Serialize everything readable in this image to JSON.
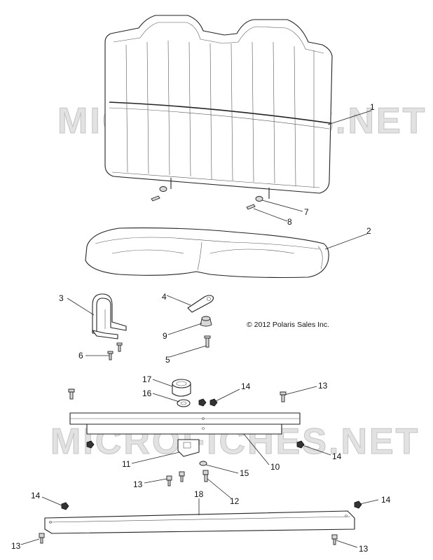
{
  "watermark": "MICROFICHES.NET",
  "copyright": "© 2012 Polaris Sales Inc.",
  "callouts": [
    "1",
    "7",
    "8",
    "2",
    "3",
    "4",
    "9",
    "6",
    "5",
    "17",
    "16",
    "14",
    "13",
    "11",
    "10",
    "14",
    "13",
    "15",
    "12",
    "14",
    "18",
    "14",
    "13",
    "13"
  ],
  "icons": [
    "seat-back-icon",
    "seat-cushion-icon",
    "seat-hook-icon",
    "latch-icon",
    "bushing-icon",
    "bolt-icon",
    "screw-icon",
    "nut-icon",
    "washer-icon",
    "bracket-icon",
    "cross-support-icon",
    "mounting-rail-icon"
  ]
}
